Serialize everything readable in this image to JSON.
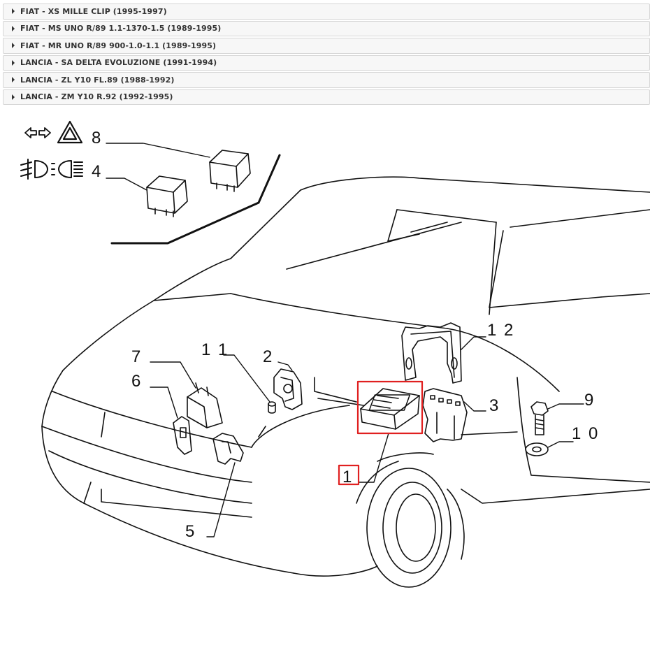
{
  "models": [
    {
      "label": "FIAT - XS MILLE CLIP (1995-1997)"
    },
    {
      "label": "FIAT - MS UNO R/89 1.1-1370-1.5 (1989-1995)"
    },
    {
      "label": "FIAT - MR UNO R/89 900-1.0-1.1 (1989-1995)"
    },
    {
      "label": "LANCIA - SA DELTA EVOLUZIONE (1991-1994)"
    },
    {
      "label": "LANCIA - ZL Y10 FL.89 (1988-1992)"
    },
    {
      "label": "LANCIA - ZM Y10 R.92 (1992-1995)"
    }
  ],
  "diagram": {
    "callouts": {
      "c1": "1",
      "c2": "2",
      "c3": "3",
      "c4": "4",
      "c5": "5",
      "c6": "6",
      "c7": "7",
      "c8": "8",
      "c9": "9",
      "c10": "1 0",
      "c11": "1 1",
      "c12": "1 2"
    },
    "highlighted_part": "1",
    "highlight_color": "#e02020",
    "icons": [
      "turn-signal-arrows-icon",
      "hazard-triangle-icon",
      "fog-light-icon",
      "headlight-icon"
    ]
  }
}
